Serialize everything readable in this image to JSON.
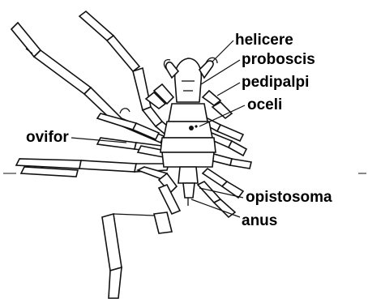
{
  "labels": {
    "helicere": "helicere",
    "proboscis": "proboscis",
    "pedipalpi": "pedipalpi",
    "oceli": "oceli",
    "ovifor": "ovifor",
    "opistosoma": "opistosoma",
    "anus": "anus"
  },
  "colors": {
    "ink": "#111111",
    "background": "#ffffff"
  }
}
